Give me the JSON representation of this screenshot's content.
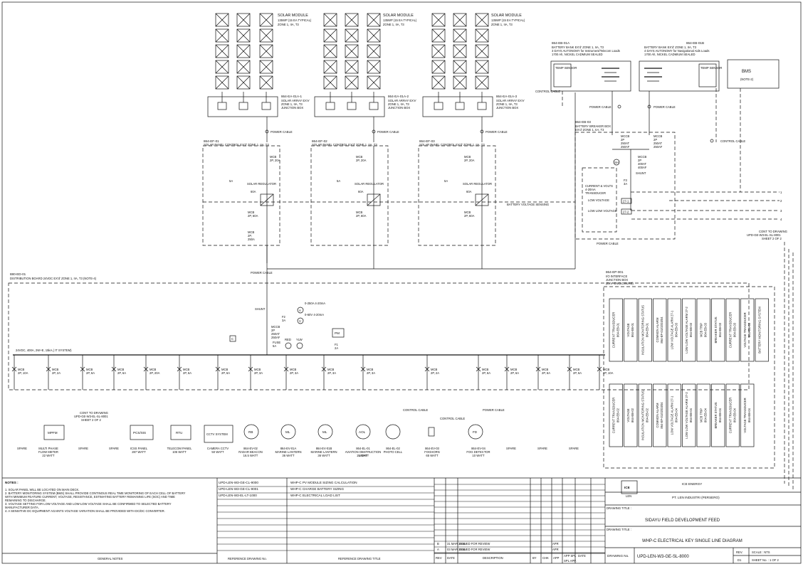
{
  "solar_module": {
    "title": "SOLAR MODULE",
    "spec1": "135WP (15 EA TYPICAL)",
    "spec2": "ZONE 1, IIA, T3"
  },
  "junction_boxes": [
    {
      "tag": "864-EA-01A-1",
      "line1": "SOLAR ARRAY EX'e'",
      "line2": "ZONE 1, IIA, T3",
      "line3": "JUNCTION BOX"
    },
    {
      "tag": "864-EA-01A-2",
      "line1": "SOLAR ARRAY EX'e'",
      "line2": "ZONE 1, IIA, T3",
      "line3": "JUNCTION BOX"
    },
    {
      "tag": "864-EA-01A-3",
      "line1": "SOLAR ARRAY EX'e'",
      "line2": "ZONE 1, IIA, T3",
      "line3": "JUNCTION BOX"
    }
  ],
  "panels": [
    {
      "tag": "864-EF-01",
      "title": "SOLAR PANEL CONTROL EX'd' ZONE 1, IIA, T3"
    },
    {
      "tag": "864-EF-02",
      "title": "SOLAR PANEL CONTROL EX'd' ZONE 1, IIA, T3"
    },
    {
      "tag": "864-EF-03",
      "title": "SOLAR PANEL CONTROL EX'd' ZONE 1, IIA, T3"
    }
  ],
  "panel_labels": {
    "mcb_top": "MCB",
    "mcb_top_rating": "2P, 20A",
    "regulator": "SOLAR REGULATOR",
    "regulator_rating": "60A",
    "fuse": "5A",
    "mcb_mid": "MCB",
    "mcb_mid_rating": "2P, 60A",
    "mcb_bot": "MCB",
    "mcb_bot_rating1": "2P,",
    "mcb_bot_rating2": "250A"
  },
  "cables": {
    "power_cable": "POWER CABLE",
    "control_cable": "CONTROL CABLE",
    "battery_voltage_sensing": "BATTERY VOLTAGE SENSING",
    "low_voltage": "LOW VOLTAGE",
    "low_low_voltage": "LOW LOW VOLTAGE"
  },
  "battery_banks": [
    {
      "tag": "864-EB-01A",
      "line1": "BATTERY BANK EX'd' ZONE 1, IIA, T3",
      "line2": "3 DAYS AUTONOMY for Instrument/Telecom Loads",
      "line3": "1700 Ah, NICKEL CADMIUM SEALED",
      "sensor": "TEMP SENSOR"
    },
    {
      "tag": "864-EB-01B",
      "line1": "BATTERY BANK EX'd' ZONE 1, IIA, T3",
      "line2": "4 DAYS AUTONOMY for Navigational Aids Loads",
      "line3": "1700 Ah, NICKEL CADMIUM SEALED",
      "sensor": "TEMP SENSOR"
    }
  ],
  "bms": {
    "label": "BMS",
    "note": "(NOTE-2)"
  },
  "breaker_box": {
    "tag": "864-EB-03",
    "line1": "BATTERY BREAKER BOX",
    "line2": "EX'd' ZONE 1, IIA, T3"
  },
  "breaker_box_items": {
    "mccb1": "MCCB",
    "mccb1_r1": "2P",
    "mccb1_r2": "250AT",
    "mccb1_r3": "250AF",
    "mccb2": "MCCB",
    "mccb2_r1": "2P",
    "mccb2_r2": "250AT",
    "mccb2_r3": "250AF",
    "mccb3": "MCCB",
    "mccb3_r1": "2P",
    "mccb3_r2": "400AT",
    "mccb3_r3": "400AF",
    "shunt": "SHUNT",
    "fuse": "F3",
    "fuse_rating": "3A",
    "transducer1": "CURRENT & VOLTS",
    "transducer2": "4-20mA",
    "transducer3": "TRANSDUCER",
    "relay1": "27-1",
    "relay2": "27-2",
    "sh": "SH"
  },
  "terminals": [
    "1",
    "2",
    "3",
    "4"
  ],
  "cont_drawing_right": {
    "line1": "CONT TO DRAWING",
    "line2": "UPD-GE-W3-EL-SL-8001",
    "line3": "SHEET 2 OF 2"
  },
  "distribution_board": {
    "tag": "880-ED-01",
    "title": "DISTRIBUTION BOARD 24VDC EX'd' ZONE 1, IIA, T3 (NOTE-4)",
    "bus": "24VDC, 400A, 2W+E, 15kA,( IT SYSTEM)"
  },
  "db_center": {
    "shunt": "SHUNT",
    "ammeter": "0-250A 4-20mA",
    "voltmeter": "0-60V 4-20mA",
    "f2": "F2",
    "f2_rating": "3A",
    "a": "A",
    "v": "V",
    "mccb": "MCCB",
    "mccb_r1": "2P",
    "mccb_r2": "250AT",
    "mccb_r3": "250AF",
    "fuse": "FUSE",
    "fuse_rating": "5A",
    "red": "RED",
    "ylw": "YLW",
    "pm": "PM",
    "f1": "F1",
    "f1_rating": "2A",
    "c": "C"
  },
  "feeders": [
    {
      "mcb": "MCB",
      "rating": "2P, 10A"
    },
    {
      "mcb": "MCB",
      "rating": "2P, 2A"
    },
    {
      "mcb": "MCB",
      "rating": "2P, 6A"
    },
    {
      "mcb": "MCB",
      "rating": "2P, 6A"
    },
    {
      "mcb": "MCB",
      "rating": "2P, 20A"
    },
    {
      "mcb": "MCB",
      "rating": "2P, 6A"
    },
    {
      "mcb": "MCB",
      "rating": "2P, 6A"
    },
    {
      "mcb": "MCB",
      "rating": "2P, 3A"
    },
    {
      "mcb": "MCB",
      "rating": "2P, 3A"
    },
    {
      "mcb": "MCB",
      "rating": "2P, 3A"
    },
    {
      "mcb": "MCB",
      "rating": "2P, 3A"
    },
    {
      "mcb": "MCB",
      "rating": "2P, 2A"
    },
    {
      "mcb": "MCB",
      "rating": "2P, 6A"
    },
    {
      "mcb": "MCB",
      "rating": "2P, 6A"
    },
    {
      "mcb": "MCB",
      "rating": "2P, 6A"
    },
    {
      "mcb": "MCB",
      "rating": "2P, 6A"
    },
    {
      "mcb": "MCB",
      "rating": "2P, 10A"
    }
  ],
  "loads": [
    {
      "name1": "SPARE",
      "name2": "",
      "name3": ""
    },
    {
      "name1": "MULTI PHASE",
      "name2": "FLOW METER",
      "name3": "22 WATT"
    },
    {
      "name1": "SPARE",
      "name2": "",
      "name3": ""
    },
    {
      "name1": "SPARE",
      "name2": "",
      "name3": ""
    },
    {
      "name1": "ICSS PANEL",
      "name2": "287 WATT",
      "name3": ""
    },
    {
      "name1": "TELECOM PANEL",
      "name2": "105 WATT",
      "name3": ""
    },
    {
      "name1": "CAMERA CCTV",
      "name2": "50 WATT",
      "name3": ""
    },
    {
      "name1": "864-EV-02",
      "name2": "RADAR BEACON",
      "name3": "16.5 WATT"
    },
    {
      "name1": "864-EV-01A",
      "name2": "MARINE LANTERN",
      "name3": "36 WATT"
    },
    {
      "name1": "864-EV-01B",
      "name2": "MARINE LANTERN",
      "name3": "36 WATT"
    },
    {
      "name1": "864-EL-01",
      "name2": "AVIATION OBSTRUCTION",
      "name3": "LIGHT"
    },
    {
      "name1": "864-EL-02",
      "name2": "PHOTO CELL",
      "name3": ""
    },
    {
      "name1": "864-EV-03",
      "name2": "FOGHORN",
      "name3": "65 WATT"
    },
    {
      "name1": "864-EV-04",
      "name2": "FOG DETECTOR",
      "name3": "10 WATT"
    },
    {
      "name1": "SPARE",
      "name2": "",
      "name3": ""
    },
    {
      "name1": "SPARE",
      "name2": "",
      "name3": ""
    },
    {
      "name1": "SPARE",
      "name2": "",
      "name3": ""
    }
  ],
  "aol_watt": "15 WATT",
  "equipment": {
    "mpfm": "MPFM",
    "pcs": "PCS/SIS",
    "rtu": "RTU",
    "cctv": "CCTV SYSTEM",
    "rb": "RB",
    "ml": "ML",
    "aol": "AOL",
    "fd": "FD"
  },
  "cont_drawing_left": {
    "line1": "CONT TO DRAWING",
    "line2": "UPD-GE-W3-EL-SL-8001",
    "line3": "SHEET 2 OF 2"
  },
  "interface_box": {
    "tag": "864-EP-001",
    "line1": "I/O INTERFACE",
    "line2": "JUNCTION BOX",
    "line3": "(Ex'e' ENCLOSURE)"
  },
  "io_signals_upper": [
    {
      "l1": "CURRENT TRANSDUCER",
      "l2": "864-EB-01"
    },
    {
      "l1": "VOLTAGE",
      "l2": "864-EB-01"
    },
    {
      "l1": "INSULATION MONITORING STATUS",
      "l2": "864-EB-01"
    },
    {
      "l1": "COMMON ALARM",
      "l2": "864-EF-01/02/03/04"
    },
    {
      "l1": "LOW VOLTAGE ALARM 27-1",
      "l2": "864-EB-03"
    },
    {
      "l1": "LOW LOW VOLTAGE ALARM 27-2",
      "l2": "864-EB-03"
    },
    {
      "l1": "MCB TRIP",
      "l2": "864-EB-03"
    },
    {
      "l1": "BREAKER STATUS",
      "l2": "864-EB-03"
    },
    {
      "l1": "CURRENT TRANSDUCER",
      "l2": "864-EB-03"
    },
    {
      "l1": "VOLTAGE TRANSDUCER",
      "l2": "864-EB-03"
    },
    {
      "l1": "BATTERY MONITORING SYSTEM",
      "l2": ""
    }
  ],
  "io_signals_lower": [
    {
      "l1": "CURRENT TRANSDUCER",
      "l2": "864-EB-02"
    },
    {
      "l1": "VOLTAGE",
      "l2": "864-EB-02"
    },
    {
      "l1": "INSULATION MONITORING STATUS",
      "l2": "864-EB-02"
    },
    {
      "l1": "COMMON ALARM",
      "l2": "864-EF-01/02/03/04"
    },
    {
      "l1": "LOW VOLTAGE ALARM 27-1",
      "l2": "864-EB-04"
    },
    {
      "l1": "LOW LOW VOLTAGE ALARM 27-2",
      "l2": "864-EB-04"
    },
    {
      "l1": "MCB TRIP",
      "l2": "864-EB-04"
    },
    {
      "l1": "BREAKER STATUS",
      "l2": "864-EB-04"
    },
    {
      "l1": "CURRENT TRANSDUCER",
      "l2": "864-EB-04"
    },
    {
      "l1": "VOLTAGE TRANSDUCER",
      "l2": "864-EB-04"
    }
  ],
  "notes": {
    "title": "NOTES :",
    "items": [
      "1.  SOLAR PANEL WILL BE LOCATED ON MAIN DECK.",
      "2.  BATTERY MONITORING SYSTEM (BMS) SHALL PROVIDE CONTINOUS REAL TIME MONITORING OF EACH CELL OF BATTERY",
      "WITH MINIMUM FEATURE CURRENT, VOLTAGE, RESISTANCE, ESTIMATING BATTERY REMAINING LIFE (SOC) AND TIME",
      "REMAINING TO DISCHARGE.",
      "3.  VOLTAGE SETTING FOR LOW VOLTAGE AND LOW-LOW VOLTAGE SHALL BE CONFIRMED TO SELECTED BATTERY",
      "MANUFACTURER DATA.",
      "4.  A SENSITIVE DC EQUIPMENT AGAINTS VOLTAGE VARIATION SHALL BE PROVIDED WITH DC/DC CONVERTER."
    ],
    "footer": "GENERAL NOTES"
  },
  "references": {
    "rows": [
      {
        "no": "UPD-LEN-W3-GE-CL-9000",
        "title": "WHP-C PV MODULE SIZING CALCULATION"
      },
      {
        "no": "UPD-LEN-W3-GE-CL-9001",
        "title": "WHP-C CHARGE BATTERY SIZING"
      },
      {
        "no": "UPD-LEN-W3-EL-LT-1000",
        "title": "WHP-C ELECTRICAL LOAD LIST"
      }
    ],
    "col_no": "REFERENCE DRAWING No.",
    "col_title": "REFERENCE DRAWING TITLE"
  },
  "revisions": {
    "rows": [
      {
        "rev": "B",
        "date": "31 MAR 2016",
        "desc": "ISSUED FOR REVIEW",
        "apr": "APR"
      },
      {
        "rev": "A",
        "date": "03 MAR 2016",
        "desc": "ISSUED FOR REVIEW",
        "apr": "APR"
      }
    ],
    "col_rev": "REV",
    "col_date": "DATE",
    "col_desc": "DESCRIPTION",
    "col_by": "BY",
    "col_chk": "CHK",
    "col_app": "APP",
    "col_app_spl": "APP SPL",
    "col_appr_date": "DATE",
    "col_spl_app": "SPL APP."
  },
  "title_block": {
    "logo_text": "ICE",
    "logo_sub": "LEN",
    "company": "ICE ENERGY",
    "client": "PT. LEN INDUSTRI (PERSERO)",
    "drawing_title_label1": "DRAWING TITLE :",
    "project": "SIDAYU FIELD DEVELOPMENT FEED",
    "drawing_title_label2": "DRAWING TITLE :",
    "title": "WHP-C ELECTRICAL KEY SINGLE LINE DIAGRAM",
    "drawing_no_label": "DRAWING No.",
    "drawing_no": "UPD-LEN-W3-GE-SL-8000",
    "rev_label": "REV.",
    "rev": "D1",
    "scale": "SCALE : NTS",
    "sheet": "SHEET No. : 1 OF 2"
  }
}
